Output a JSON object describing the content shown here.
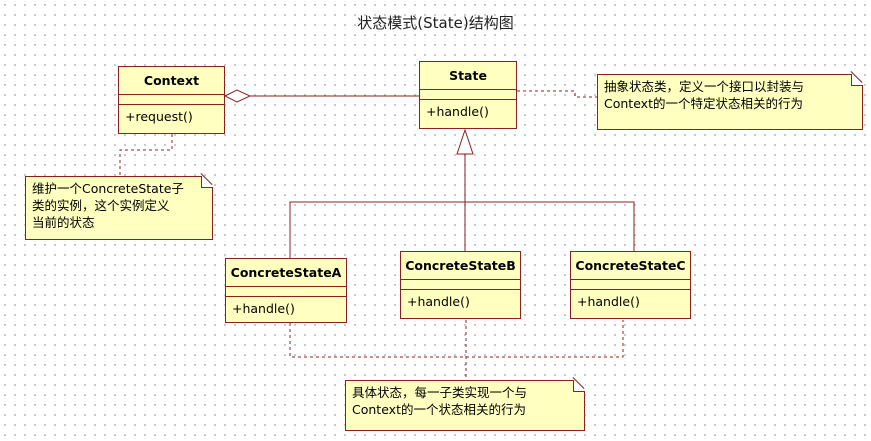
{
  "title": "状态模式(State)结构图",
  "classes": {
    "context": {
      "name": "Context",
      "op": "+request()"
    },
    "state": {
      "name": "State",
      "op": "+handle()"
    },
    "concrete_a": {
      "name": "ConcreteStateA",
      "op": "+handle()"
    },
    "concrete_b": {
      "name": "ConcreteStateB",
      "op": "+handle()"
    },
    "concrete_c": {
      "name": "ConcreteStateC",
      "op": "+handle()"
    }
  },
  "notes": {
    "state_note": [
      "抽象状态类，定义一个接口以封装与",
      "Context的一个特定状态相关的行为"
    ],
    "context_note": [
      "维护一个ConcreteState子",
      "类的实例，这个实例定义",
      "当前的状态"
    ],
    "concrete_note": [
      "具体状态，每一子类实现一个与",
      "Context的一个状态相关的行为"
    ]
  },
  "colors": {
    "box_fill": "#ffffc0",
    "border": "#8b2020"
  }
}
